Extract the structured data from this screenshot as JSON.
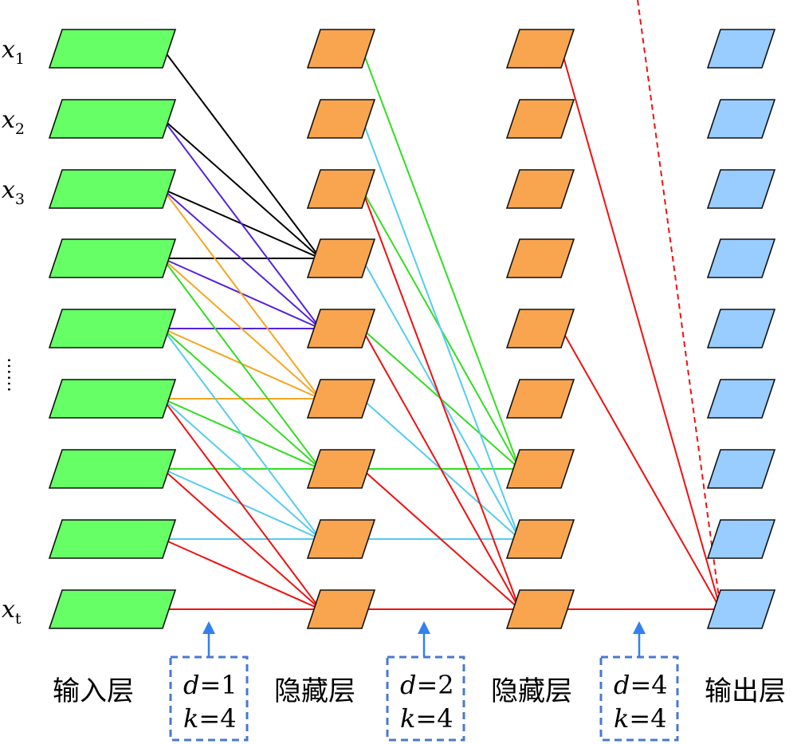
{
  "colors": {
    "input_node": "#66ff66",
    "hidden_node": "#f9a550",
    "output_node": "#99ccff",
    "node_stroke": "#111111",
    "group_black": "#000000",
    "group_purple": "#5522dd",
    "group_orange": "#f5a623",
    "group_green": "#33dd22",
    "group_cyan": "#55ccee",
    "group_red": "#ee1111",
    "param_box": "#4a78d0",
    "arrow": "#3380ee"
  },
  "inputs": {
    "x1": {
      "base": "x",
      "sub": "1"
    },
    "x2": {
      "base": "x",
      "sub": "2"
    },
    "x3": {
      "base": "x",
      "sub": "3"
    },
    "xt": {
      "base": "x",
      "sub": "t"
    },
    "ellipsis": "……"
  },
  "layers": {
    "input": "输入层",
    "hidden1": "隐藏层",
    "hidden2": "隐藏层",
    "output": "输出层"
  },
  "params": {
    "block1": {
      "d_var": "d",
      "d_val": "=1",
      "k_var": "k",
      "k_val": "=4"
    },
    "block2": {
      "d_var": "d",
      "d_val": "=2",
      "k_var": "k",
      "k_val": "=4"
    },
    "block3": {
      "d_var": "d",
      "d_val": "=4",
      "k_var": "k",
      "k_val": "=4"
    }
  }
}
